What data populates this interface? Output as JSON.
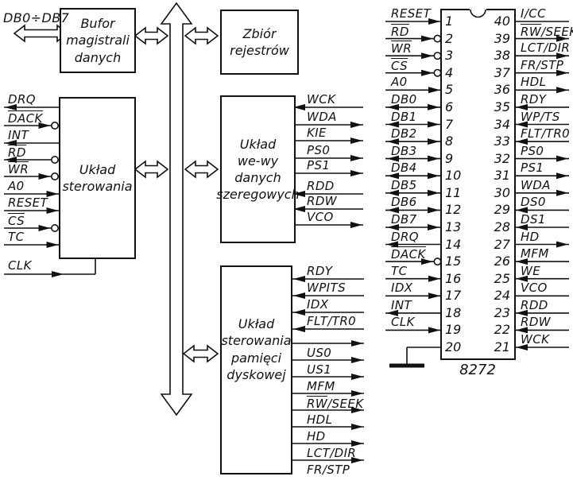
{
  "diagram": {
    "bus_label": "DB0÷DB7",
    "blocks": {
      "buffer": {
        "lines": [
          "Bufor",
          "magistrali",
          "danych"
        ]
      },
      "registers": {
        "lines": [
          "Zbiór",
          "rejestrów"
        ]
      },
      "control": {
        "lines": [
          "Układ",
          "sterowania"
        ]
      },
      "serial": {
        "lines": [
          "Układ",
          "we-wy",
          "danych",
          "szeregowych"
        ]
      },
      "disk": {
        "lines": [
          "Układ",
          "sterowania",
          "pamięci",
          "dyskowej"
        ]
      }
    },
    "control_signals": [
      {
        "label": "DRQ",
        "dir": "out"
      },
      {
        "label": "DACK",
        "dir": "in",
        "ov": "full",
        "circle": true
      },
      {
        "label": "INT",
        "dir": "out"
      },
      {
        "label": "RD",
        "dir": "out",
        "ov": "full",
        "circle": true
      },
      {
        "label": "WR",
        "dir": "in",
        "ov": "full",
        "circle": true
      },
      {
        "label": "A0",
        "dir": "in"
      },
      {
        "label": "RESET",
        "dir": "in"
      },
      {
        "label": "CS",
        "dir": "in",
        "ov": "full",
        "circle": true
      },
      {
        "label": "TC",
        "dir": "in"
      },
      {
        "label": "CLK",
        "dir": "in"
      }
    ],
    "serial_signals": [
      {
        "label": "WCK",
        "dir": "in"
      },
      {
        "label": "WDA",
        "dir": "out"
      },
      {
        "label": "KIE",
        "dir": "out"
      },
      {
        "label": "PS0",
        "dir": "out"
      },
      {
        "label": "PS1",
        "dir": "out"
      },
      {
        "label": "RDD",
        "dir": "in"
      },
      {
        "label": "RDW",
        "dir": "in"
      },
      {
        "label": "VCO",
        "dir": "out"
      }
    ],
    "disk_signals": [
      {
        "label": "RDY",
        "dir": "in"
      },
      {
        "label": "WPITS",
        "dir": "in"
      },
      {
        "label": "IDX",
        "dir": "in"
      },
      {
        "label": "FLT/TR0",
        "dir": "in"
      },
      {
        "label": "US0",
        "dir": "out"
      },
      {
        "label": "US1",
        "dir": "out"
      },
      {
        "label": "MFM",
        "dir": "out"
      },
      {
        "label": "RW/SEEK",
        "dir": "out",
        "ov": "RW"
      },
      {
        "label": "HDL",
        "dir": "out"
      },
      {
        "label": "HD",
        "dir": "out"
      },
      {
        "label": "LCT/DIR",
        "dir": "out"
      },
      {
        "label": "FR/STP",
        "dir": "out"
      }
    ]
  },
  "pinout": {
    "chip_name": "8272",
    "left_pins": [
      {
        "num": "1",
        "label": "RESET",
        "dir": "in"
      },
      {
        "num": "2",
        "label": "RD",
        "dir": "in",
        "ov": "full",
        "circle": true
      },
      {
        "num": "3",
        "label": "WR",
        "dir": "in",
        "ov": "full",
        "circle": true
      },
      {
        "num": "4",
        "label": "CS",
        "dir": "in",
        "ov": "full",
        "circle": true
      },
      {
        "num": "5",
        "label": "A0",
        "dir": "in"
      },
      {
        "num": "6",
        "label": "DB0",
        "dir": "bi"
      },
      {
        "num": "7",
        "label": "DB1",
        "dir": "bi"
      },
      {
        "num": "8",
        "label": "DB2",
        "dir": "bi"
      },
      {
        "num": "9",
        "label": "DB3",
        "dir": "bi"
      },
      {
        "num": "10",
        "label": "DB4",
        "dir": "bi"
      },
      {
        "num": "11",
        "label": "DB5",
        "dir": "bi"
      },
      {
        "num": "12",
        "label": "DB6",
        "dir": "bi"
      },
      {
        "num": "13",
        "label": "DB7",
        "dir": "bi"
      },
      {
        "num": "14",
        "label": "DRQ",
        "dir": "out"
      },
      {
        "num": "15",
        "label": "DACK",
        "dir": "in",
        "ov": "full",
        "circle": true
      },
      {
        "num": "16",
        "label": "TC",
        "dir": "in"
      },
      {
        "num": "17",
        "label": "IDX",
        "dir": "in"
      },
      {
        "num": "18",
        "label": "INT",
        "dir": "out"
      },
      {
        "num": "19",
        "label": "CLK",
        "dir": "in"
      },
      {
        "num": "20",
        "label": "",
        "dir": "gnd"
      }
    ],
    "right_pins": [
      {
        "num": "40",
        "label": "I/CC",
        "dir": "none"
      },
      {
        "num": "39",
        "label": "RW/SEEK",
        "dir": "out",
        "ov": "RW"
      },
      {
        "num": "38",
        "label": "LCT/DIR",
        "dir": "out"
      },
      {
        "num": "37",
        "label": "FR/STP",
        "dir": "out"
      },
      {
        "num": "36",
        "label": "HDL",
        "dir": "out"
      },
      {
        "num": "35",
        "label": "RDY",
        "dir": "in"
      },
      {
        "num": "34",
        "label": "WP/TS",
        "dir": "in"
      },
      {
        "num": "33",
        "label": "FLT/TR0",
        "dir": "in"
      },
      {
        "num": "32",
        "label": "PS0",
        "dir": "out"
      },
      {
        "num": "31",
        "label": "PS1",
        "dir": "out"
      },
      {
        "num": "30",
        "label": "WDA",
        "dir": "out"
      },
      {
        "num": "29",
        "label": "DS0",
        "dir": "in"
      },
      {
        "num": "28",
        "label": "DS1",
        "dir": "in"
      },
      {
        "num": "27",
        "label": "HD",
        "dir": "out"
      },
      {
        "num": "26",
        "label": "MFM",
        "dir": "in"
      },
      {
        "num": "25",
        "label": "WE",
        "dir": "in"
      },
      {
        "num": "24",
        "label": "VCO",
        "dir": "none"
      },
      {
        "num": "23",
        "label": "RDD",
        "dir": "in"
      },
      {
        "num": "22",
        "label": "RDW",
        "dir": "in"
      },
      {
        "num": "21",
        "label": "WCK",
        "dir": "in"
      }
    ]
  }
}
